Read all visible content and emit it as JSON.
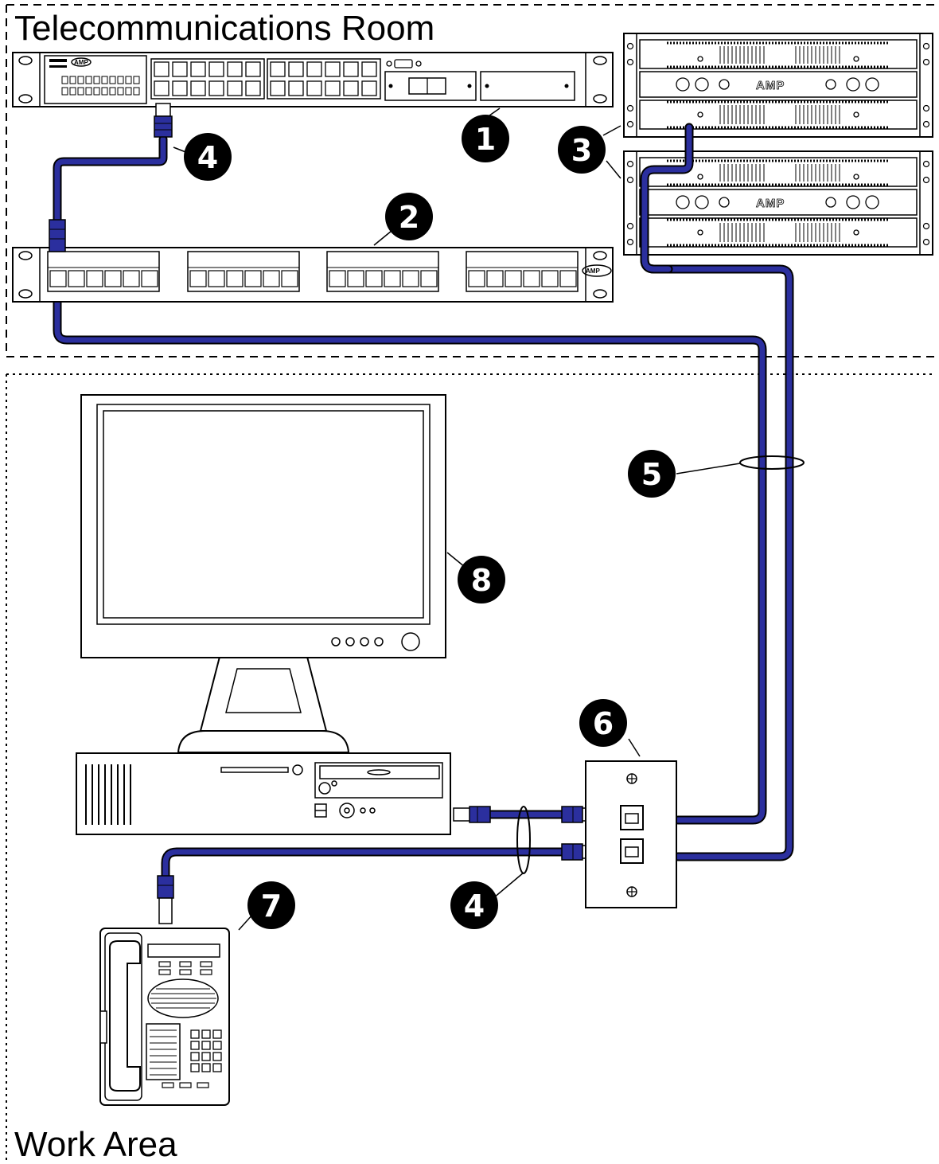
{
  "zones": {
    "telecom_room_label": "Telecommunications Room",
    "work_area_label": "Work Area"
  },
  "callouts": [
    {
      "id": "c1",
      "label": "1"
    },
    {
      "id": "c2",
      "label": "2"
    },
    {
      "id": "c3",
      "label": "3"
    },
    {
      "id": "c4a",
      "label": "4"
    },
    {
      "id": "c4b",
      "label": "4"
    },
    {
      "id": "c5",
      "label": "5"
    },
    {
      "id": "c6",
      "label": "6"
    },
    {
      "id": "c7",
      "label": "7"
    },
    {
      "id": "c8",
      "label": "8"
    }
  ],
  "brand": {
    "block_label": "AMP",
    "panel_badge": "AMP"
  },
  "colors": {
    "cable": "#2b2f9e",
    "cable_outline": "#000000",
    "callout_fill": "#000000",
    "callout_text": "#ffffff"
  }
}
